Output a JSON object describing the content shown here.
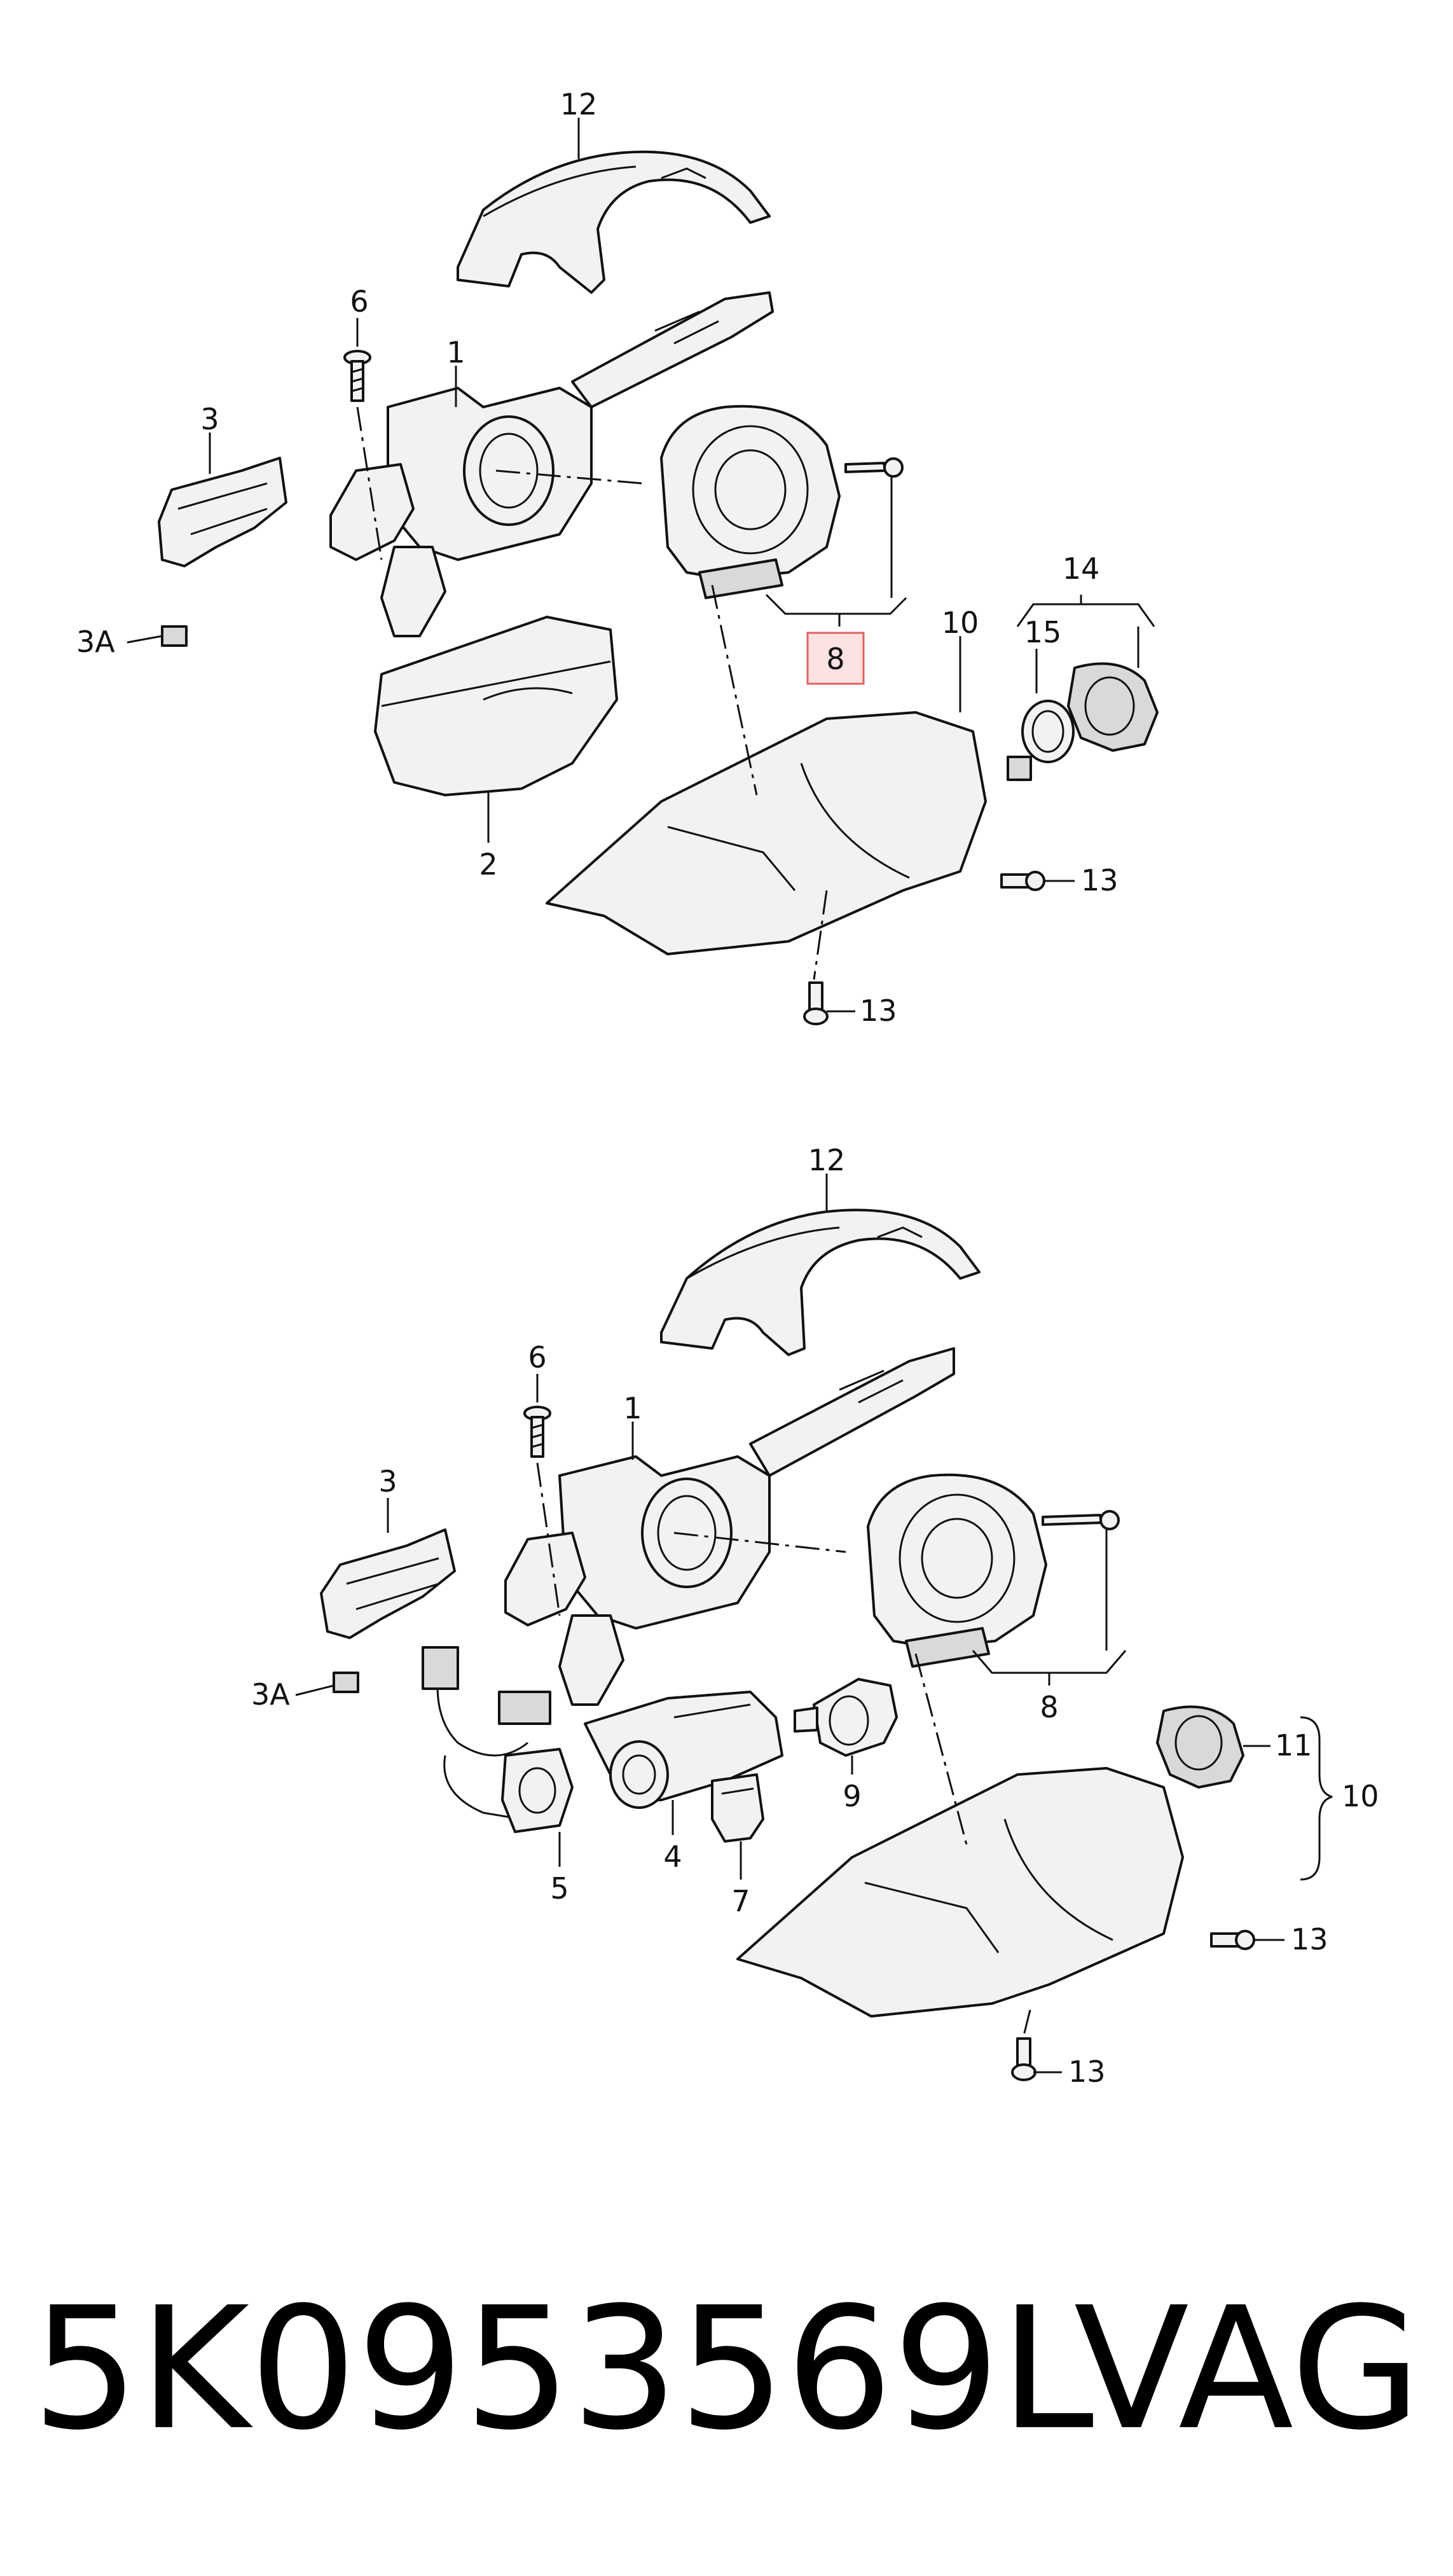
{
  "diagram_top": {
    "labels": {
      "p12": "12",
      "p6": "6",
      "p1": "1",
      "p3": "3",
      "p3a": "3A",
      "p2": "2",
      "p8": "8",
      "p10": "10",
      "p14": "14",
      "p15": "15",
      "p13a": "13",
      "p13b": "13"
    }
  },
  "diagram_bottom": {
    "labels": {
      "p12": "12",
      "p6": "6",
      "p1": "1",
      "p3": "3",
      "p3a": "3A",
      "p5": "5",
      "p4": "4",
      "p7": "7",
      "p9": "9",
      "p8": "8",
      "p11": "11",
      "p10": "10",
      "p13a": "13",
      "p13b": "13"
    }
  },
  "highlight": {
    "part": "8",
    "color": "#e06060",
    "fill": "#fde2e2"
  },
  "footer": {
    "part_number": "5K0953569L",
    "brand": "VAG"
  }
}
